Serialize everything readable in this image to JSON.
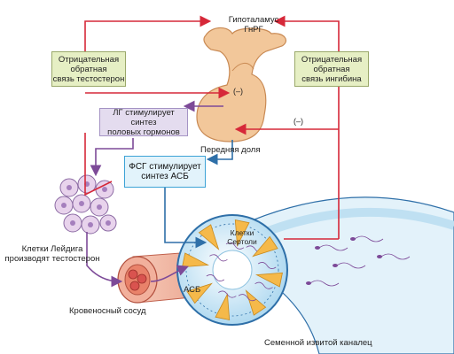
{
  "labels": {
    "hypothalamus": "Гипоталамус",
    "gnrh": "ГнРГ",
    "testosterone_feedback": [
      "Отрицательная",
      "обратная",
      "связь тестостерон"
    ],
    "inhibin_feedback": [
      "Отрицательная",
      "обратная",
      "связь ингибина"
    ],
    "lh_box": [
      "ЛГ стимулирует синтез",
      "половых гормонов"
    ],
    "fsh_box": [
      "ФСГ стимулирует",
      "синтез АСБ"
    ],
    "anterior_pituitary": "Передняя доля",
    "leydig": [
      "Клетки Лейдига",
      "производят тестостерон"
    ],
    "sertoli": [
      "Клетки",
      "Сертоли"
    ],
    "abp": "АСБ",
    "blood_vessel": "Кровеносный сосуд",
    "seminiferous_tubule": "Семенной извитой каналец",
    "minus_sign": "(–)"
  },
  "colors": {
    "feedback_red": "#d62839",
    "lh_purple": "#7d4a98",
    "fsh_blue": "#2e6fa8",
    "pituitary": "#f2c79a",
    "tubule_blue": "#cfe9f7",
    "sertoli": "#f5b94a",
    "vessel": "#f3b8a4"
  }
}
